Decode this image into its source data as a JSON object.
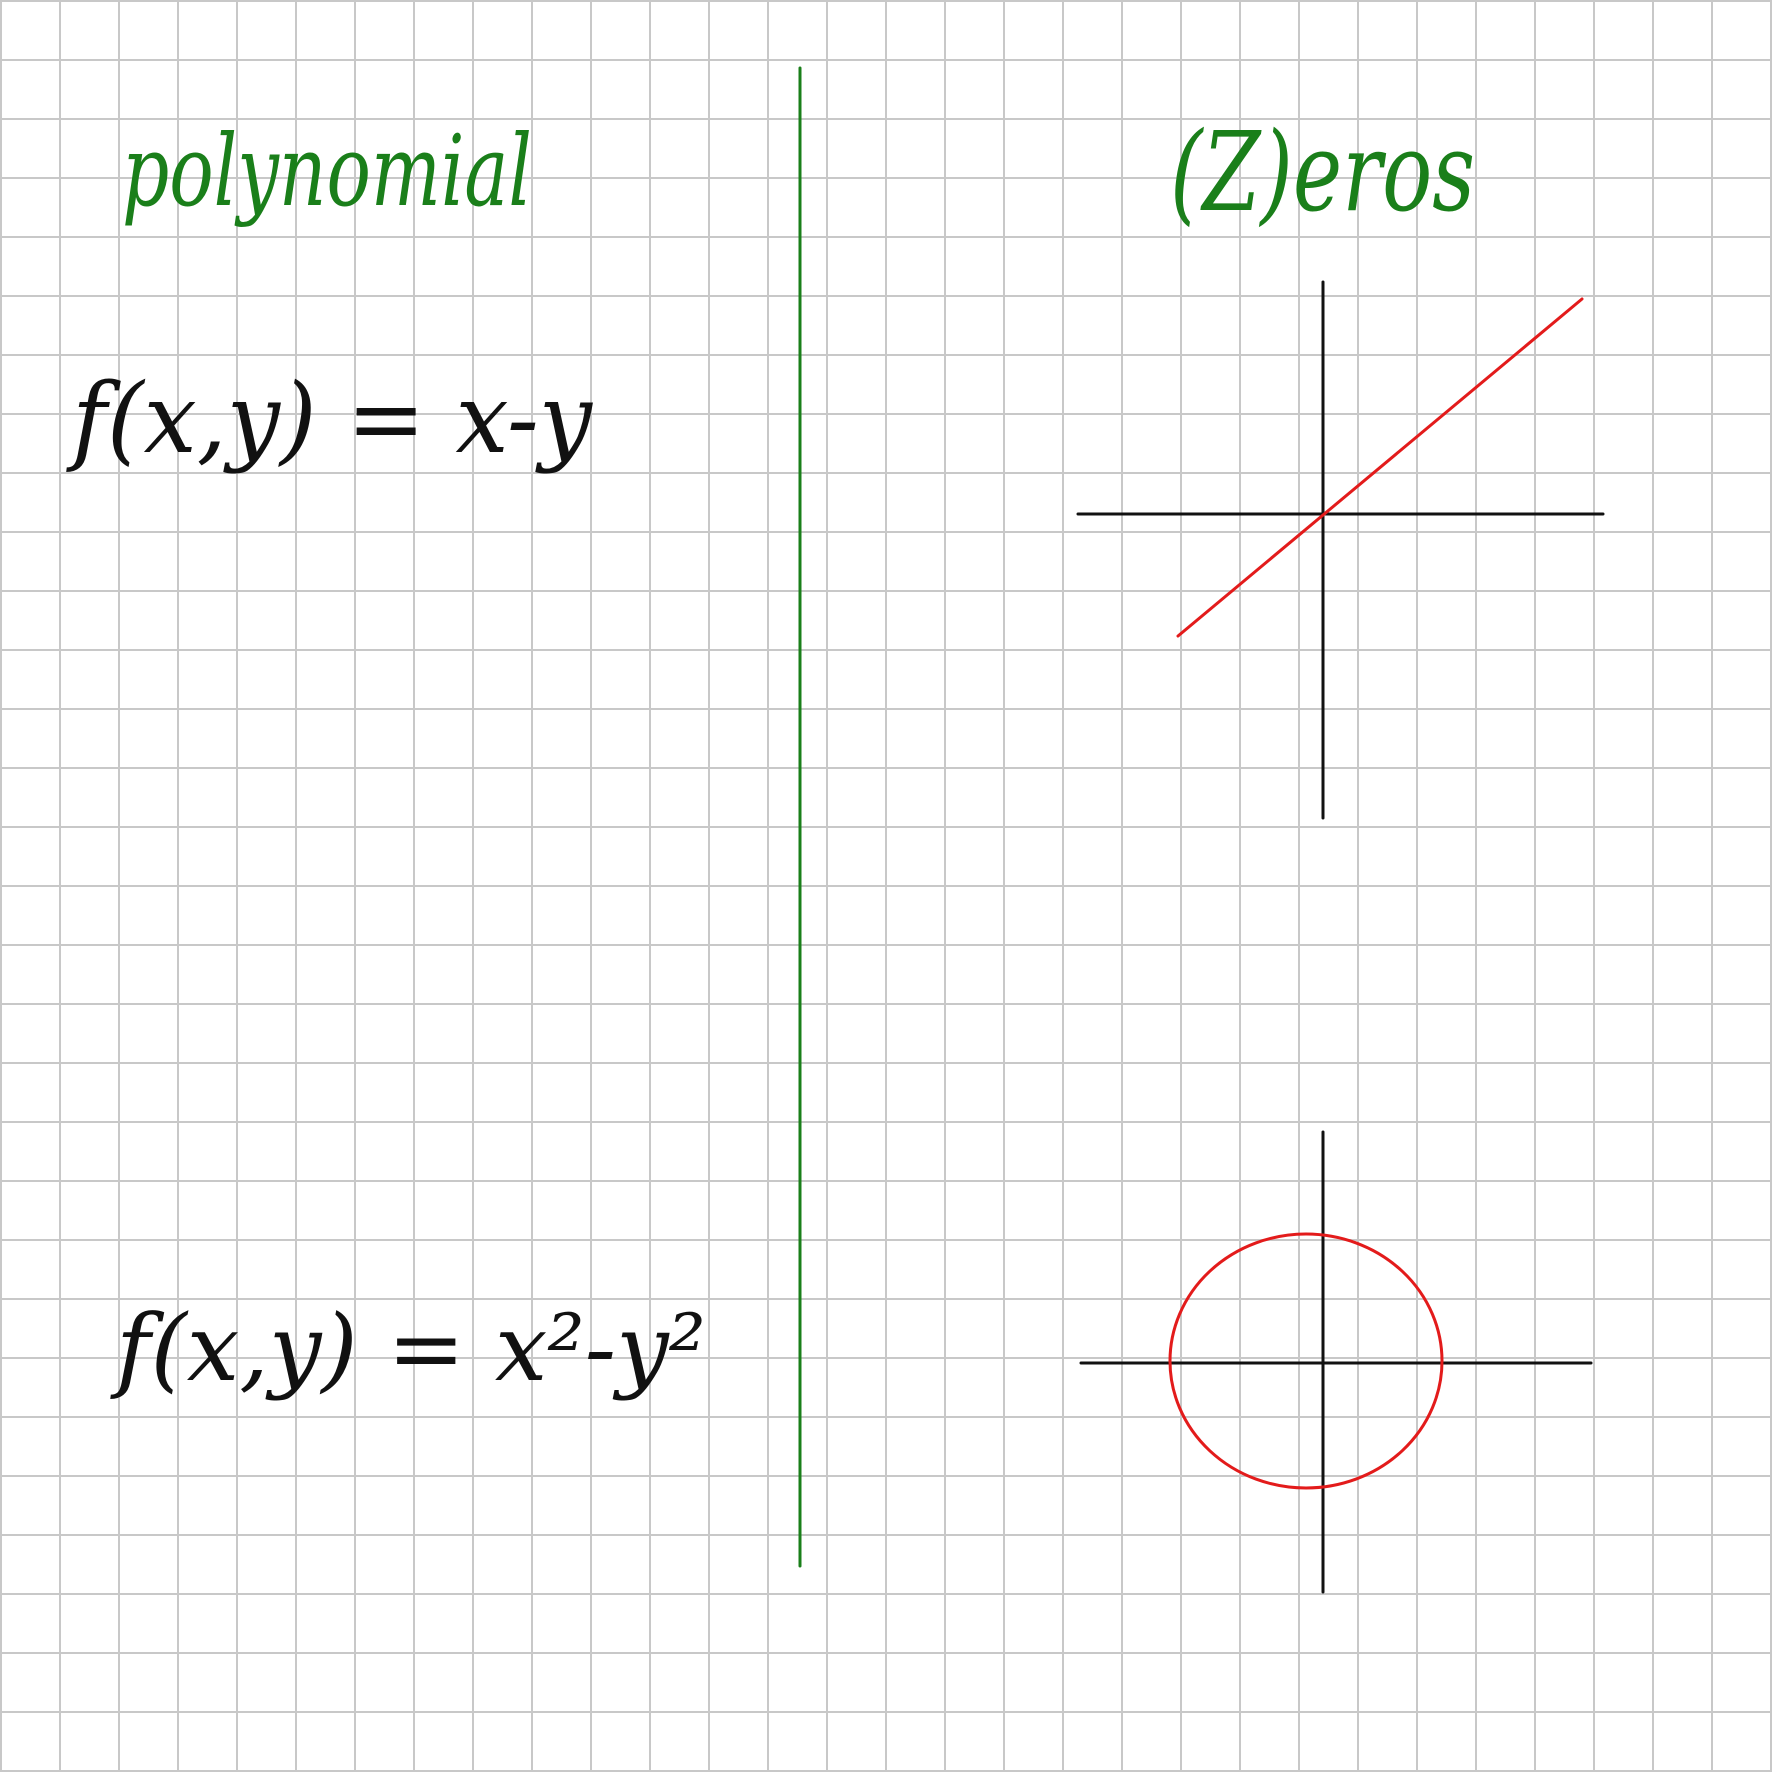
{
  "left_column": {
    "heading": "polynomial",
    "equations": [
      {
        "text": "f(x,y) = x-y"
      },
      {
        "text": "f(x,y) = x²-y²"
      }
    ]
  },
  "right_column": {
    "heading": "(Z)eros",
    "plots": [
      {
        "curve": "line"
      },
      {
        "curve": "circle"
      }
    ]
  },
  "colors": {
    "heading_ink": "#1a7f1a",
    "equation_ink": "#111111",
    "curve_ink": "#e31b1b",
    "grid": "#c8c8c8",
    "divider": "#1a7f1a"
  }
}
